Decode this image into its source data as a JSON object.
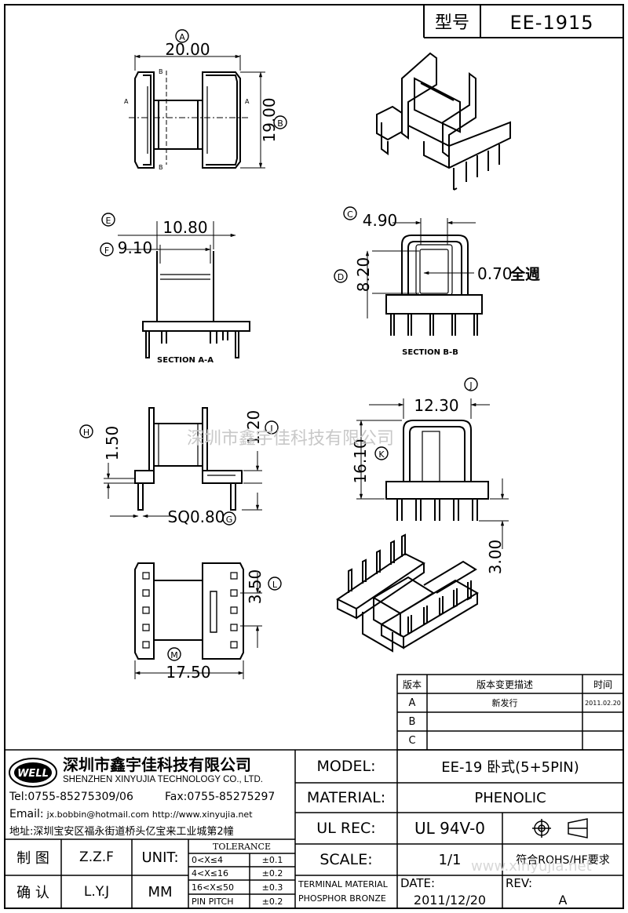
{
  "header": {
    "type_label": "型号",
    "type_value": "EE-1915"
  },
  "dims": {
    "a": "20.00",
    "b": "19.00",
    "e": "10.80",
    "f": "9.10",
    "c": "4.90",
    "d": "8.20",
    "wall": "0.70",
    "wall_note": "全週",
    "j": "12.30",
    "k": "16.10",
    "h": "1.50",
    "i": "1.20",
    "g": "SQ0.80",
    "pin": "3.00",
    "l": "3.50",
    "m": "17.50"
  },
  "callouts": {
    "a": "A",
    "b": "B",
    "c": "C",
    "d": "D",
    "e": "E",
    "f": "F",
    "g": "G",
    "h": "H",
    "i": "I",
    "j": "J",
    "k": "K",
    "l": "L",
    "m": "M"
  },
  "sections": {
    "aa": "SECTION  A-A",
    "bb": "SECTION  B-B",
    "mark_a": "A",
    "mark_b": "B"
  },
  "watermark_center": "深圳市鑫宇佳科技有限公司",
  "watermark_url": "www.xinyujia.net",
  "revision": {
    "headers": [
      "版本",
      "版本变更描述",
      "时间"
    ],
    "rows": [
      {
        "ver": "A",
        "desc": "新发行",
        "date": "2011.02.20"
      },
      {
        "ver": "B",
        "desc": "",
        "date": ""
      },
      {
        "ver": "C",
        "desc": "",
        "date": ""
      }
    ]
  },
  "company": {
    "logo_text": "WELL",
    "name_cn": "深圳市鑫宇佳科技有限公司",
    "name_en": "SHENZHEN XINYUJIA TECHNOLOGY CO., LTD.",
    "tel": "Tel:0755-85275309/06",
    "fax": "Fax:0755-85275297",
    "email_label": "Email:",
    "email": "jx.bobbin@hotmail.com",
    "web": "http://www.xinyujia.net",
    "address": "地址:深圳宝安区福永街道桥头亿宝来工业城第2幢"
  },
  "titleblock": {
    "model_label": "MODEL:",
    "model_value": "EE-19 卧式(5+5PIN)",
    "material_label": "MATERIAL:",
    "material_value": "PHENOLIC",
    "ulrec_label": "UL REC:",
    "ulrec_value": "UL 94V-0",
    "scale_label": "SCALE:",
    "scale_value": "1/1",
    "rohs": "符合ROHS/HF要求",
    "terminal_line1": "TERMINAL MATERIAL",
    "terminal_line2": "PHOSPHOR  BRONZE",
    "date_label": "DATE:",
    "date_value": "2011/12/20",
    "rev_label": "REV:",
    "rev_value": "A",
    "draw_label": "制  图",
    "draw_value": "Z.Z.F",
    "check_label": "确  认",
    "check_value": "L.Y.J",
    "unit_label": "UNIT:",
    "unit_value": "MM",
    "tol_title": "TOLERANCE",
    "tolerance": [
      {
        "range": "0<X≤4",
        "value": "±0.1"
      },
      {
        "range": "4<X≤16",
        "value": "±0.2"
      },
      {
        "range": "16<X≤50",
        "value": "±0.3"
      },
      {
        "range": "PIN PITCH",
        "value": "±0.2"
      }
    ]
  }
}
